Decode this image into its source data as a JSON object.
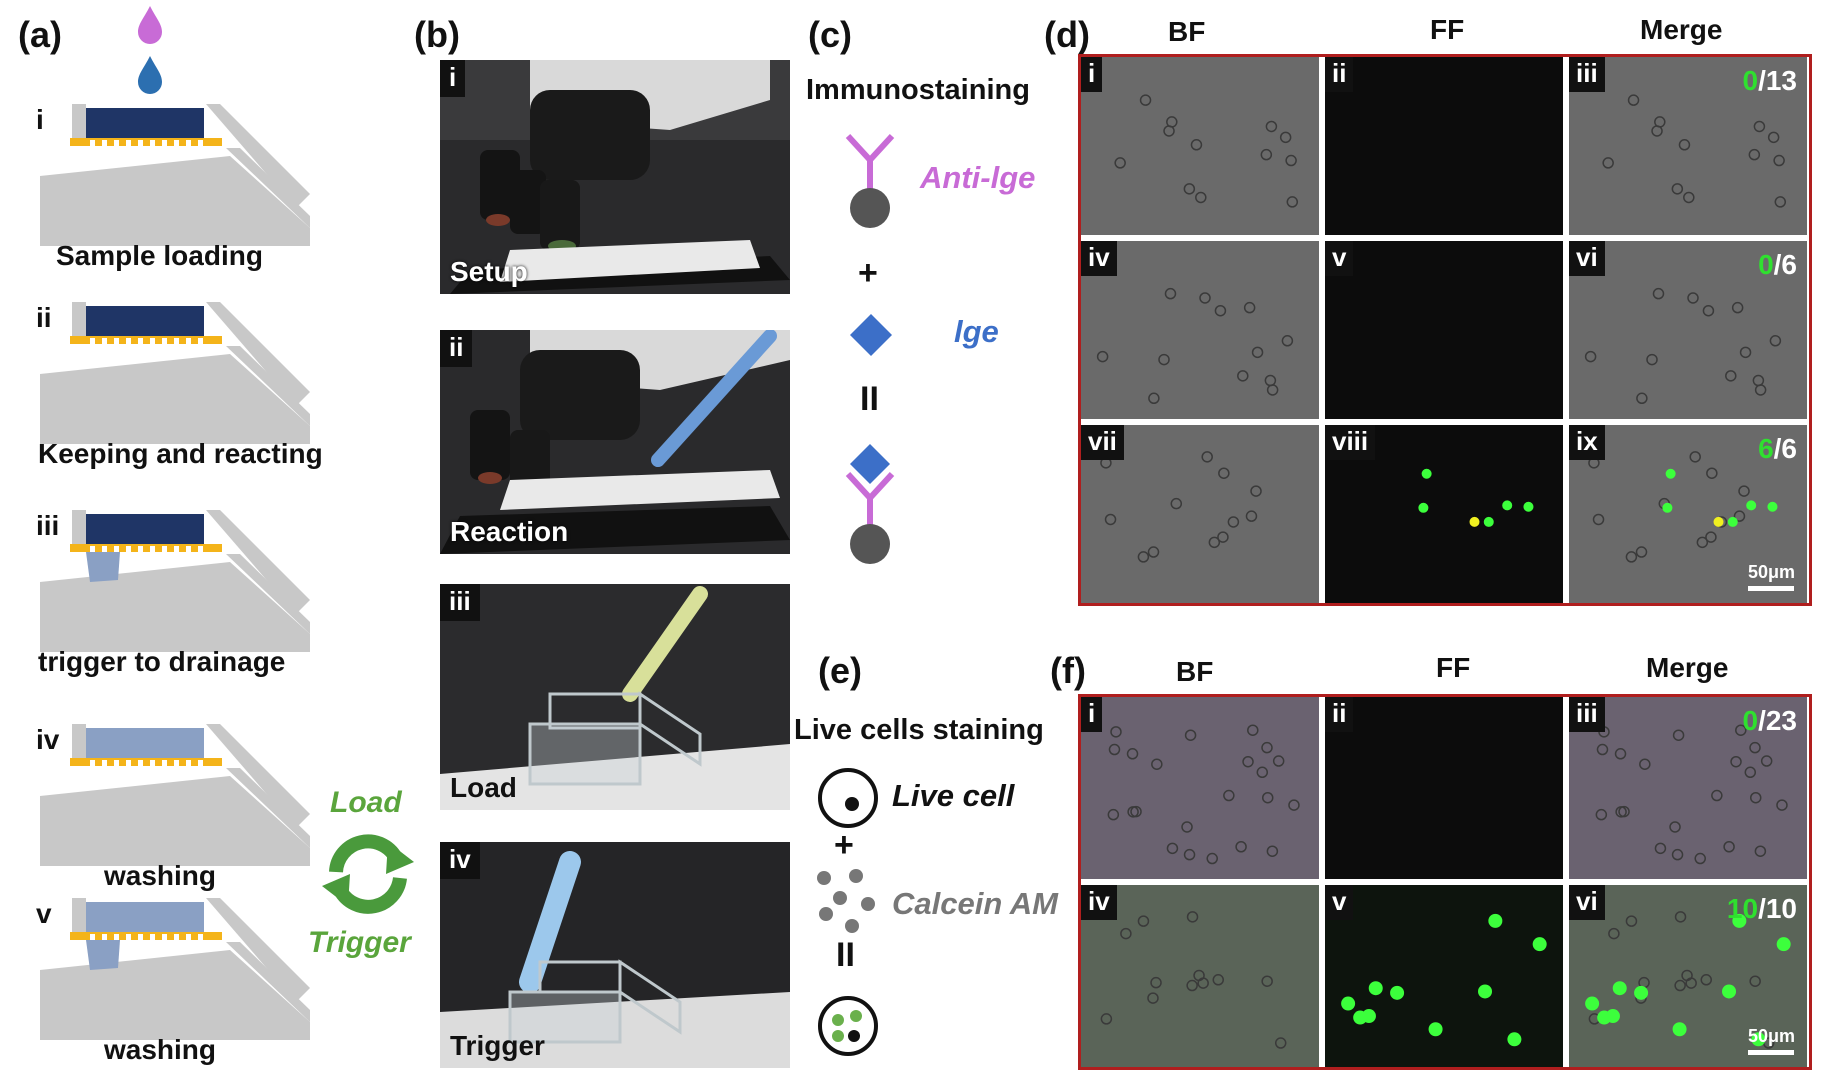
{
  "panel_labels": {
    "a": "(a)",
    "b": "(b)",
    "c": "(c)",
    "d": "(d)",
    "e": "(e)",
    "f": "(f)"
  },
  "panel_a": {
    "steps": [
      {
        "num": "i",
        "caption": "Sample loading"
      },
      {
        "num": "ii",
        "caption": "Keeping and reacting"
      },
      {
        "num": "iii",
        "caption": "trigger to drainage"
      },
      {
        "num": "iv",
        "caption": "washing"
      },
      {
        "num": "v",
        "caption": "washing"
      }
    ],
    "cycle_top": "Load",
    "cycle_bottom": "Trigger",
    "colors": {
      "chamber_dark": "#1f3566",
      "chamber_light": "#8aa0c4",
      "membrane": "#f4b41a",
      "body": "#c8c8c8",
      "drop_top": "#c86bd6",
      "drop_bottom": "#2c6fb0",
      "cycle": "#4a9a3c",
      "cycle_text": "#5aa53c"
    }
  },
  "panel_b": {
    "photos": [
      {
        "num": "i",
        "caption": "Setup"
      },
      {
        "num": "ii",
        "caption": "Reaction"
      },
      {
        "num": "iii",
        "caption": "Load"
      },
      {
        "num": "iv",
        "caption": "Trigger"
      }
    ]
  },
  "panel_c": {
    "title": "Immunostaining",
    "antibody_label": "Anti-lge",
    "antigen_label": "lge",
    "plus": "+",
    "equals": "II",
    "colors": {
      "antibody": "#c86bd6",
      "antigen": "#3c6fc8",
      "bead": "#555555"
    }
  },
  "panel_e": {
    "title": "Live cells staining",
    "cell_label": "Live cell",
    "dye_label": "Calcein AM",
    "plus": "+",
    "equals": "II",
    "colors": {
      "dye": "#777777",
      "stained": "#6ab04c"
    }
  },
  "panel_d": {
    "headers": [
      "BF",
      "FF",
      "Merge"
    ],
    "cells": [
      {
        "num": "i",
        "kind": "bf"
      },
      {
        "num": "ii",
        "kind": "ff"
      },
      {
        "num": "iii",
        "kind": "merge",
        "count_pos": "0",
        "count_total": "/13"
      },
      {
        "num": "iv",
        "kind": "bf"
      },
      {
        "num": "v",
        "kind": "ff"
      },
      {
        "num": "vi",
        "kind": "merge",
        "count_pos": "0",
        "count_total": "/6"
      },
      {
        "num": "vii",
        "kind": "bf"
      },
      {
        "num": "viii",
        "kind": "ff"
      },
      {
        "num": "ix",
        "kind": "merge",
        "count_pos": "6",
        "count_total": "/6"
      }
    ],
    "scale_bar": "50μm",
    "border_color": "#b01e1e"
  },
  "panel_f": {
    "headers": [
      "BF",
      "FF",
      "Merge"
    ],
    "cells": [
      {
        "num": "i",
        "kind": "bf"
      },
      {
        "num": "ii",
        "kind": "ff"
      },
      {
        "num": "iii",
        "kind": "merge",
        "count_pos": "0",
        "count_total": "/23"
      },
      {
        "num": "iv",
        "kind": "bf"
      },
      {
        "num": "v",
        "kind": "ff"
      },
      {
        "num": "vi",
        "kind": "merge",
        "count_pos": "10",
        "count_total": "/10"
      }
    ],
    "scale_bar": "50μm",
    "border_color": "#b01e1e"
  }
}
